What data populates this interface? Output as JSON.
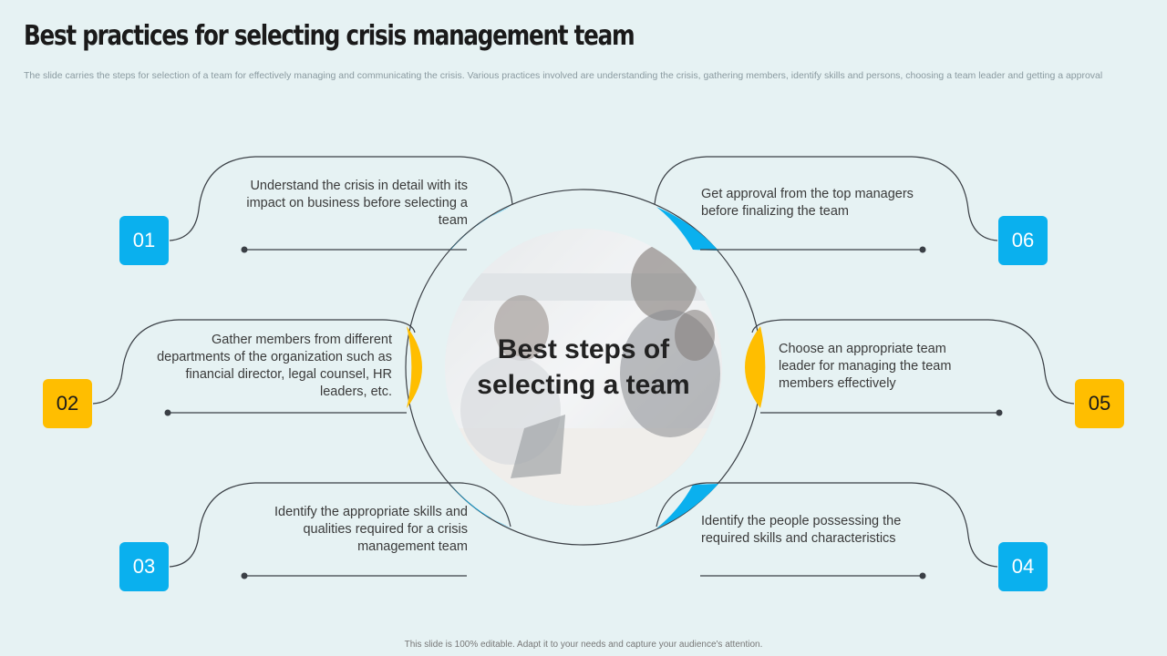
{
  "title": "Best practices for selecting crisis management team",
  "subtitle": "The slide carries the steps for selection of a team for effectively  managing and communicating the crisis. Various practices involved are understanding the crisis, gathering members, identify skills and persons, choosing a team leader and getting a approval",
  "center_label": "Best steps of selecting a team",
  "colors": {
    "blue": "#0ab0ee",
    "yellow": "#ffbe00",
    "background": "#e6f2f3"
  },
  "steps": [
    {
      "number": "01",
      "text": "Understand the crisis in detail with its impact on business before selecting a team"
    },
    {
      "number": "02",
      "text": "Gather members from different departments of the organization such as financial director, legal counsel, HR leaders, etc."
    },
    {
      "number": "03",
      "text": "Identify the appropriate skills and qualities required for a crisis management team"
    },
    {
      "number": "04",
      "text": "Identify the people possessing the required skills and characteristics"
    },
    {
      "number": "05",
      "text": "Choose an appropriate team leader for managing the team members effectively"
    },
    {
      "number": "06",
      "text": "Get approval from the top managers before finalizing the team"
    }
  ],
  "footer": "This slide is 100% editable. Adapt it to your needs and capture your audience's attention."
}
